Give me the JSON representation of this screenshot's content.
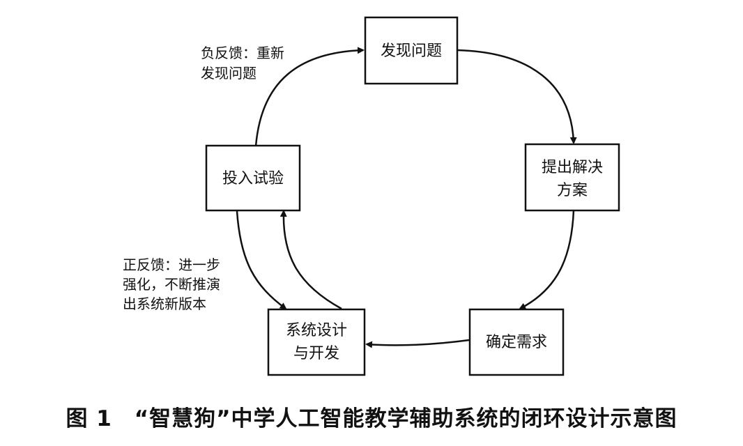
{
  "nodes": {
    "discover": [
      "发现问题"
    ],
    "propose": [
      "提出解决",
      "方案"
    ],
    "requirements": [
      "确定需求"
    ],
    "design": [
      "系统设计",
      "与开发"
    ],
    "trial": [
      "投入试验"
    ]
  },
  "annotations": {
    "negative_feedback": [
      "负反馈：重新",
      "发现问题"
    ],
    "positive_feedback": [
      "正反馈：进一步",
      "强化，不断推演",
      "出系统新版本"
    ]
  },
  "caption": "图 1　“智慧狗”中学人工智能教学辅助系统的闭环设计示意图"
}
